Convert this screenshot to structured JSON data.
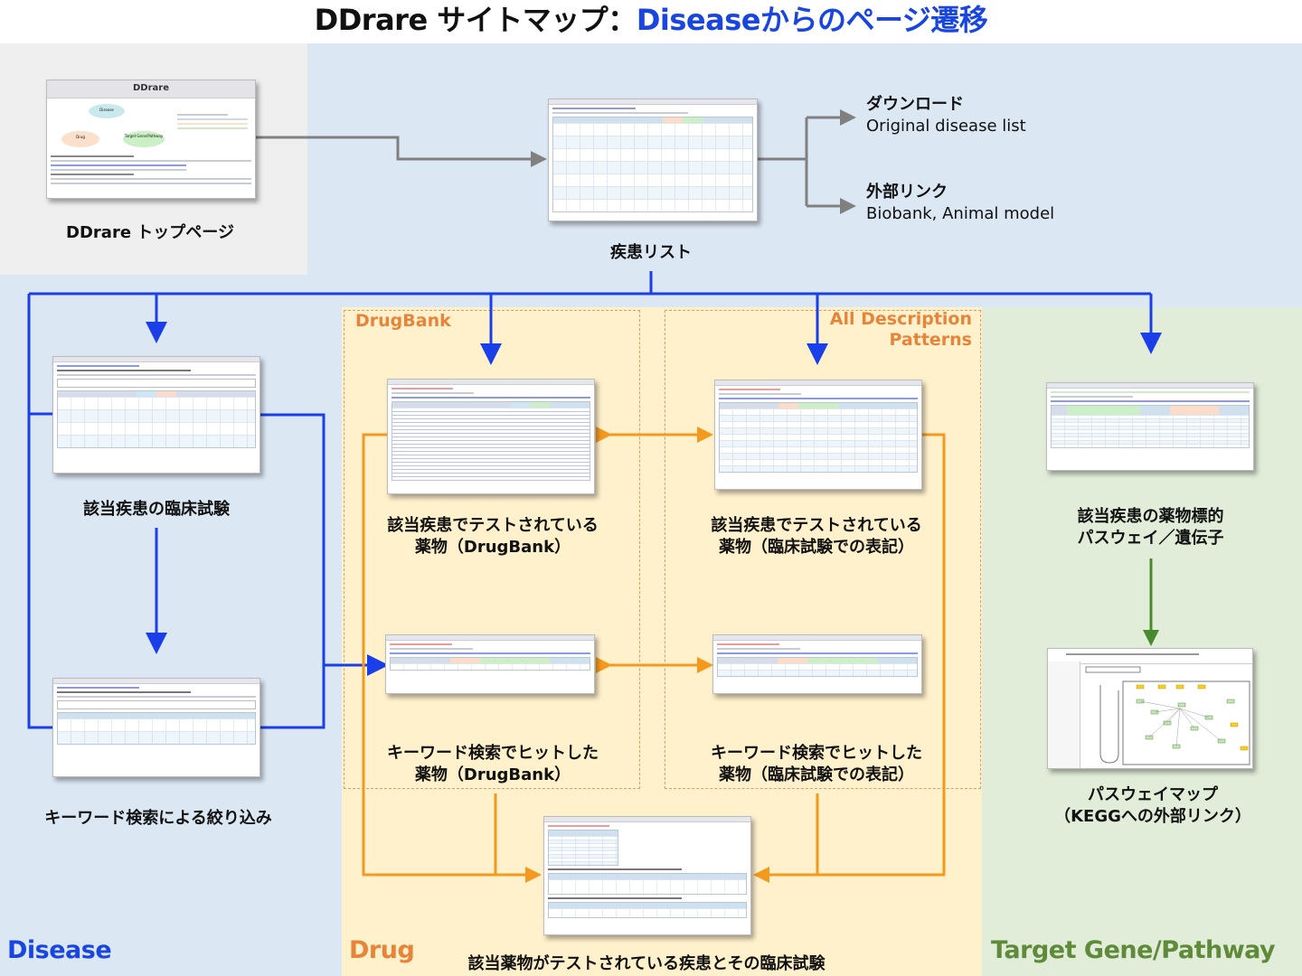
{
  "title": {
    "main": "DDrare サイトマップ：",
    "accent": "Diseaseからのページ遷移"
  },
  "colors": {
    "disease_blue": "#1a46e0",
    "drug_orange": "#e8843a",
    "target_green": "#5e8a3a",
    "connector_blue": "#1a3ee8",
    "connector_orange": "#f39a1e",
    "connector_gray": "#808080",
    "connector_green": "#4a8a2e"
  },
  "regions": {
    "disease": "Disease",
    "drug": "Drug",
    "target": "Target Gene/Pathway"
  },
  "sections": {
    "drugbank": "DrugBank",
    "all_description": "All Description Patterns"
  },
  "nodes": {
    "top_page": {
      "caption": "DDrare トップページ",
      "thumb_title": "DDrare",
      "thumb_graph": [
        "Disease",
        "Drug",
        "Target Gene/Pathway"
      ]
    },
    "disease_list": {
      "caption": "疾患リスト"
    },
    "download": {
      "heading": "ダウンロード",
      "detail": "Original disease list"
    },
    "external_link": {
      "heading": "外部リンク",
      "detail": "Biobank, Animal model"
    },
    "clinical_trials": {
      "caption": "該当疾患の臨床試験"
    },
    "keyword_filter": {
      "caption": "キーワード検索による絞り込み"
    },
    "drugs_drugbank": {
      "caption_line1": "該当疾患でテストされている",
      "caption_line2": "薬物（DrugBank）"
    },
    "drugs_alldesc": {
      "caption_line1": "該当疾患でテストされている",
      "caption_line2": "薬物（臨床試験での表記）"
    },
    "keyword_drugbank": {
      "caption_line1": "キーワード検索でヒットした",
      "caption_line2": "薬物（DrugBank）"
    },
    "keyword_alldesc": {
      "caption_line1": "キーワード検索でヒットした",
      "caption_line2": "薬物（臨床試験での表記）"
    },
    "drug_disease_trials": {
      "caption": "該当薬物がテストされている疾患とその臨床試験"
    },
    "target_pathway": {
      "caption_line1": "該当疾患の薬物標的",
      "caption_line2": "パスウェイ／遺伝子"
    },
    "pathway_map": {
      "caption_line1": "パスウェイマップ",
      "caption_line2": "（KEGGへの外部リンク）"
    }
  }
}
